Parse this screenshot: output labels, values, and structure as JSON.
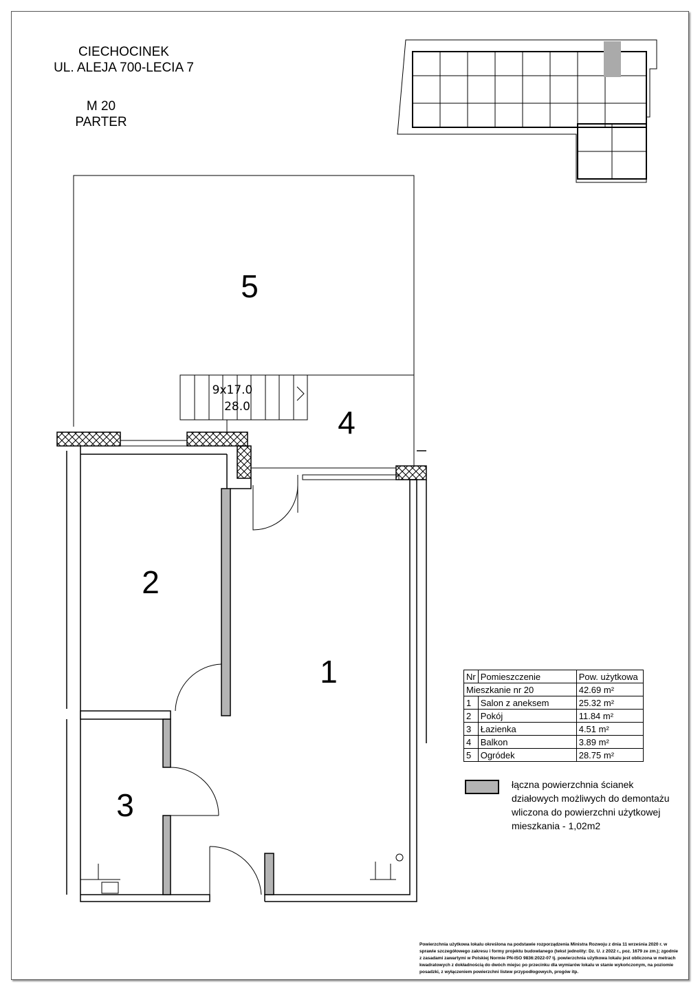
{
  "header": {
    "city": "CIECHOCINEK",
    "street": "UL. ALEJA 700-LECIA 7",
    "unit": "M 20",
    "floor": "PARTER"
  },
  "plan": {
    "rooms": [
      "1",
      "2",
      "3",
      "4",
      "5"
    ],
    "stairs": {
      "dims": "9x17.0",
      "depth": "28.0"
    },
    "colors": {
      "removable_wall": "#b4b4b4"
    }
  },
  "table": {
    "headers": [
      "Nr",
      "Pomieszczenie",
      "Pow. użytkowa"
    ],
    "total": {
      "label": "Mieszkanie nr 20",
      "area": "42.69 m²"
    },
    "rows": [
      {
        "nr": "1",
        "name": "Salon z aneksem",
        "area": "25.32 m²"
      },
      {
        "nr": "2",
        "name": "Pokój",
        "area": "11.84 m²"
      },
      {
        "nr": "3",
        "name": "Łazienka",
        "area": "4.51 m²"
      },
      {
        "nr": "4",
        "name": "Balkon",
        "area": "3.89 m²"
      },
      {
        "nr": "5",
        "name": "Ogródek",
        "area": "28.75 m²"
      }
    ]
  },
  "legend": {
    "text": "łączna powierzchnia ścianek działowych możliwych do demontażu wliczona do powierzchni użytkowej mieszkania - 1,02m2"
  },
  "footnote": "Powierzchnia użytkowa lokalu określona na podstawie rozporządzenia Ministra Rozwoju z dnia 11 września 2020 r. w sprawie szczegółowego zakresu i formy projektu budowlanego (tekst jednolity: Dz. U. z 2022 r., poz. 1679 ze zm.); zgodnie z zasadami zawartymi w Polskiej Normie PN-ISO 9836:2022-07 tj. powierzchnia użytkowa lokalu jest obliczona w metrach kwadratowych z dokładnością do dwóch miejsc po przecinku dla wymiarów lokalu w stanie wykończonym, na poziomie posadzki, z wyłączeniem powierzchni listew przypodłogowych, progów itp."
}
